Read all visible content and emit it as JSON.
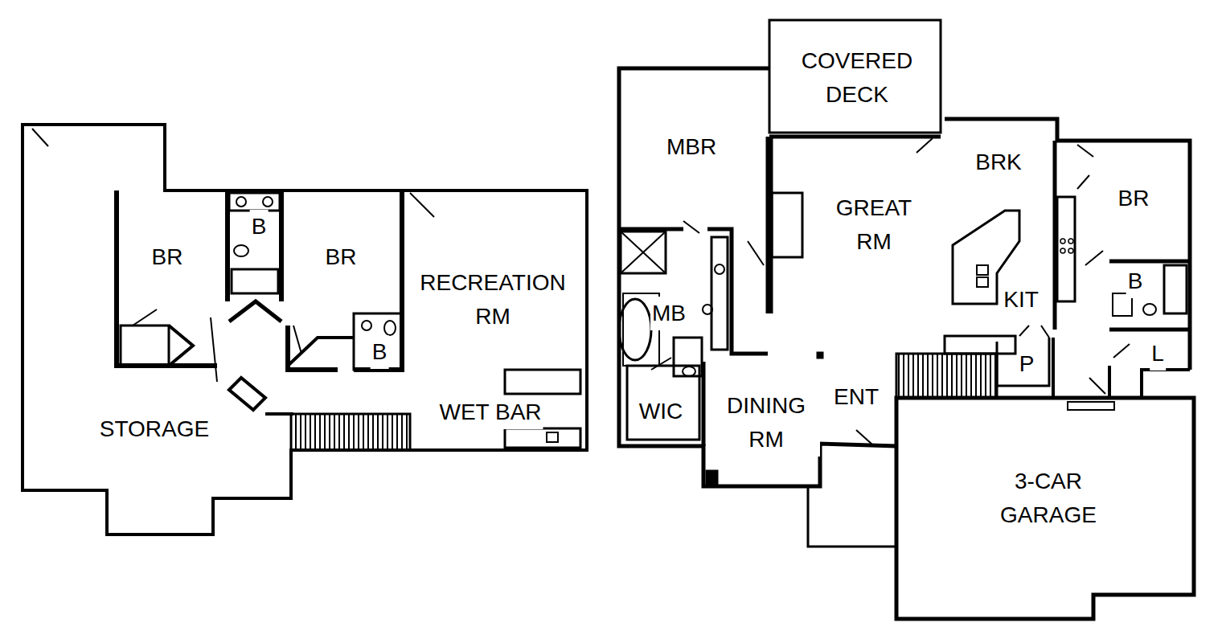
{
  "diagram": {
    "labels": [
      "BR",
      "B",
      "BR",
      "RECREATION RM",
      "B",
      "WET BAR",
      "STORAGE",
      "COVERED DECK",
      "MBR",
      "GREAT RM",
      "BRK",
      "BR",
      "MB",
      "KIT",
      "B",
      "P",
      "L",
      "WIC",
      "DINING RM",
      "ENT",
      "3-CAR GARAGE"
    ]
  }
}
